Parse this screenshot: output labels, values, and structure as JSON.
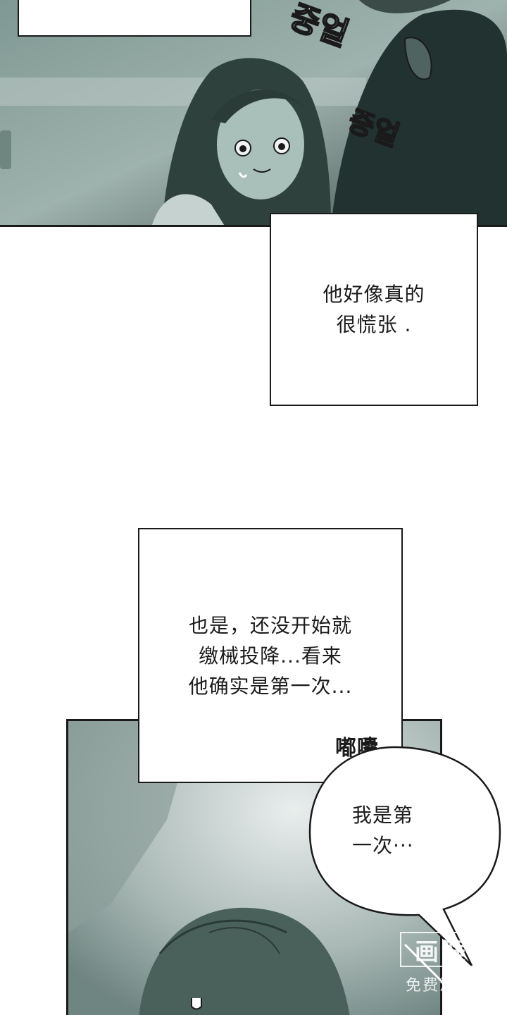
{
  "panel1": {
    "sfx_top": "중얼",
    "sfx_mid": "중얼"
  },
  "caption1": {
    "text": "他好像真的\n很慌张 ."
  },
  "caption2": {
    "text": "也是，还没开始就\n缴械投降...看来\n他确实是第一次..."
  },
  "mumble_sfx": "嘟囔...",
  "speech_bubble": {
    "text": "我是第\n一次···"
  },
  "watermark": {
    "logo_text": "画涯",
    "sub_text": "免费漫画"
  },
  "colors": {
    "panel_tint": "#5f7772",
    "panel_dark": "#2f3f3c",
    "ink": "#1a1a1a"
  }
}
